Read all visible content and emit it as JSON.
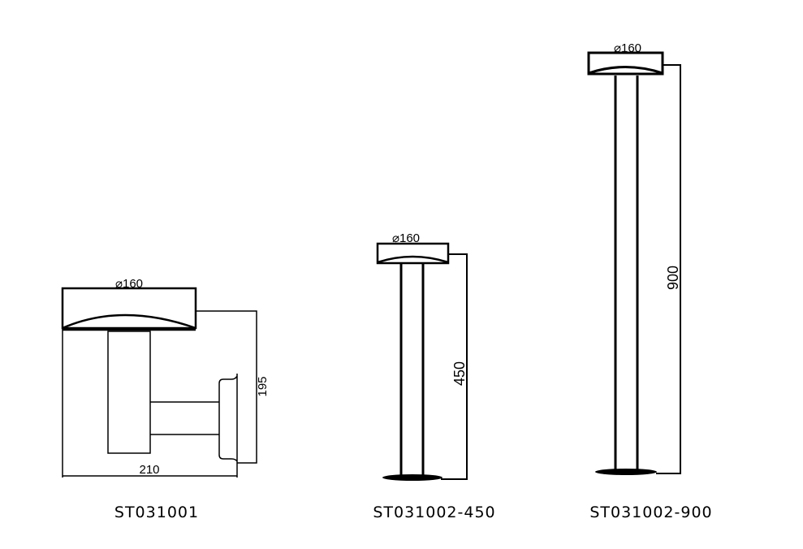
{
  "products": [
    {
      "model": "ST031001",
      "dimensions": {
        "diameter": "⌀160",
        "height": "195",
        "width": "210"
      }
    },
    {
      "model": "ST031002-450",
      "dimensions": {
        "diameter": "⌀160",
        "height": "450"
      }
    },
    {
      "model": "ST031002-900",
      "dimensions": {
        "diameter": "⌀160",
        "height": "900"
      }
    }
  ],
  "line_color": "#000000",
  "background": "#ffffff"
}
